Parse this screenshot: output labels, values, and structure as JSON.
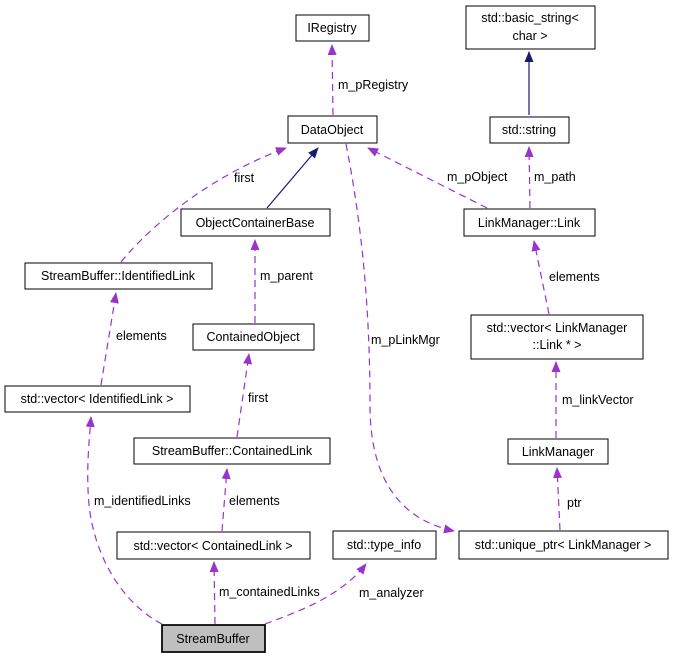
{
  "colors": {
    "usage_edge": "#9a32cd",
    "inheritance_edge": "#191970",
    "node_fill": "#ffffff",
    "node_border": "#000000",
    "focus_node_fill": "#bfbfbf",
    "text": "#000000",
    "background": "#ffffff"
  },
  "nodes": {
    "iregistry": {
      "label": "IRegistry"
    },
    "basic_string": {
      "line1": "std::basic_string<",
      "line2": "char >"
    },
    "data_object": {
      "label": "DataObject"
    },
    "std_string": {
      "label": "std::string"
    },
    "object_container_base": {
      "label": "ObjectContainerBase"
    },
    "link_manager_link": {
      "label": "LinkManager::Link"
    },
    "identified_link": {
      "label": "StreamBuffer::IdentifiedLink"
    },
    "contained_object": {
      "label": "ContainedObject"
    },
    "vector_link_ptr": {
      "line1": "std::vector< LinkManager",
      "line2": "::Link * >"
    },
    "vector_identified_link": {
      "label": "std::vector< IdentifiedLink >"
    },
    "contained_link": {
      "label": "StreamBuffer::ContainedLink"
    },
    "link_manager": {
      "label": "LinkManager"
    },
    "vector_contained_link": {
      "label": "std::vector< ContainedLink >"
    },
    "type_info": {
      "label": "std::type_info"
    },
    "unique_ptr": {
      "label": "std::unique_ptr< LinkManager >"
    },
    "stream_buffer": {
      "label": "StreamBuffer"
    }
  },
  "edges": {
    "m_pRegistry": {
      "from": "DataObject",
      "to": "IRegistry",
      "label": "m_pRegistry",
      "style": "dashed-purple"
    },
    "m_pObject": {
      "from": "LinkManager::Link",
      "to": "DataObject",
      "label": "m_pObject",
      "style": "dashed-purple"
    },
    "m_path": {
      "from": "LinkManager::Link",
      "to": "std::string",
      "label": "m_path",
      "style": "dashed-purple"
    },
    "first_identified": {
      "from": "StreamBuffer::IdentifiedLink",
      "to": "DataObject",
      "label": "first",
      "style": "dashed-purple"
    },
    "inherit_string": {
      "from": "std::string",
      "to": "std::basic_string< char >",
      "label": "",
      "style": "solid-navy"
    },
    "inherit_container": {
      "from": "ObjectContainerBase",
      "to": "DataObject",
      "label": "",
      "style": "solid-navy"
    },
    "m_parent": {
      "from": "ContainedObject",
      "to": "ObjectContainerBase",
      "label": "m_parent",
      "style": "dashed-purple"
    },
    "elements_identified": {
      "from": "std::vector< IdentifiedLink >",
      "to": "StreamBuffer::IdentifiedLink",
      "label": "elements",
      "style": "dashed-purple"
    },
    "first_contained": {
      "from": "StreamBuffer::ContainedLink",
      "to": "ContainedObject",
      "label": "first",
      "style": "dashed-purple"
    },
    "elements_links": {
      "from": "std::vector< LinkManager::Link * >",
      "to": "LinkManager::Link",
      "label": "elements",
      "style": "dashed-purple"
    },
    "m_linkVector": {
      "from": "LinkManager",
      "to": "std::vector< LinkManager::Link * >",
      "label": "m_linkVector",
      "style": "dashed-purple"
    },
    "ptr": {
      "from": "std::unique_ptr< LinkManager >",
      "to": "LinkManager",
      "label": "ptr",
      "style": "dashed-purple"
    },
    "m_pLinkMgr": {
      "from": "DataObject",
      "to": "std::unique_ptr< LinkManager >",
      "label": "m_pLinkMgr",
      "style": "dashed-purple"
    },
    "elements_contained": {
      "from": "std::vector< ContainedLink >",
      "to": "StreamBuffer::ContainedLink",
      "label": "elements",
      "style": "dashed-purple"
    },
    "m_containedLinks": {
      "from": "StreamBuffer",
      "to": "std::vector< ContainedLink >",
      "label": "m_containedLinks",
      "style": "dashed-purple"
    },
    "m_identifiedLinks": {
      "from": "StreamBuffer",
      "to": "std::vector< IdentifiedLink >",
      "label": "m_identifiedLinks",
      "style": "dashed-purple"
    },
    "m_analyzer": {
      "from": "StreamBuffer",
      "to": "std::type_info",
      "label": "m_analyzer",
      "style": "dashed-purple"
    }
  }
}
